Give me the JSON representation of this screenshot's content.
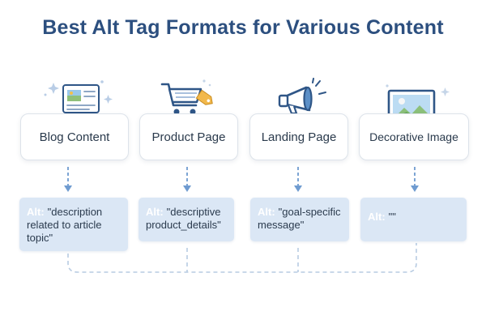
{
  "title": "Best Alt Tag Formats for Various Content",
  "alt_prefix": "Alt:",
  "columns": [
    {
      "label": "Blog Content",
      "icon": "document-image-icon",
      "alt_text": "\"description related to article topic\""
    },
    {
      "label": "Product Page",
      "icon": "shopping-cart-icon",
      "alt_text": "\"descriptive product_details\""
    },
    {
      "label": "Landing Page",
      "icon": "megaphone-icon",
      "alt_text": "\"goal-specific message\""
    },
    {
      "label": "Decorative Image",
      "icon": "picture-frame-icon",
      "alt_text": "\"\""
    }
  ],
  "colors": {
    "title": "#2c4f7f",
    "accent": "#5b8fc7",
    "alt_box": "#dbe7f5",
    "tag": "#f2b84b"
  }
}
